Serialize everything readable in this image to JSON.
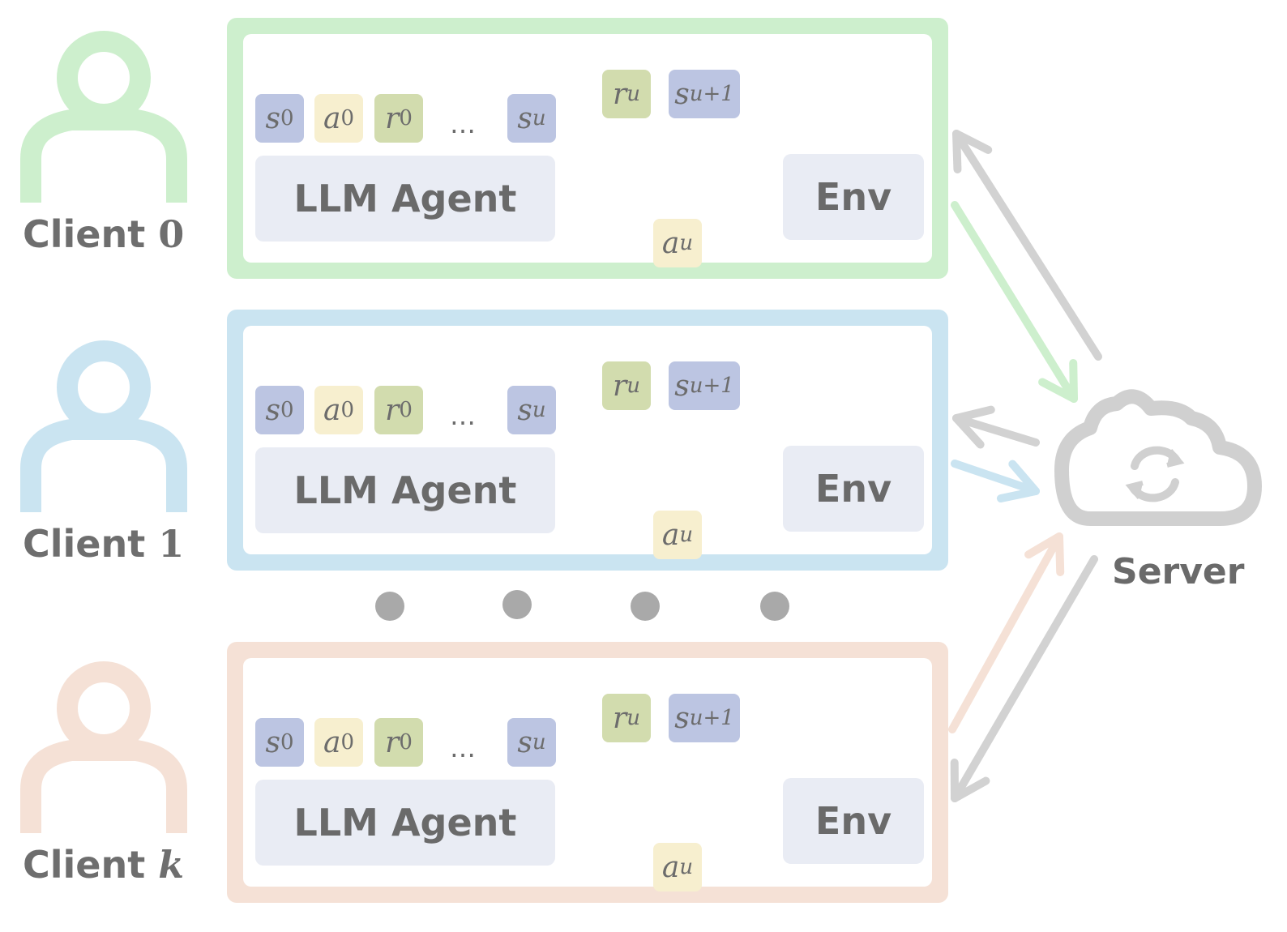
{
  "clients": [
    {
      "name": "Client",
      "index": "0",
      "index_italic": false,
      "color": "#cdefcd",
      "agent_label": "LLM Agent",
      "env_label": "Env",
      "history": [
        {
          "sym": "s",
          "sub": "0"
        },
        {
          "sym": "a",
          "sub": "0"
        },
        {
          "sym": "r",
          "sub": "0"
        },
        {
          "sym": "…",
          "sub": ""
        },
        {
          "sym": "s",
          "sub": "u"
        }
      ],
      "loop": {
        "reward": {
          "sym": "r",
          "sub": "u"
        },
        "next_state": {
          "sym": "s",
          "sub": "u+1"
        },
        "action": {
          "sym": "a",
          "sub": "u"
        }
      }
    },
    {
      "name": "Client",
      "index": "1",
      "index_italic": false,
      "color": "#cae4f1",
      "agent_label": "LLM Agent",
      "env_label": "Env",
      "history": [
        {
          "sym": "s",
          "sub": "0"
        },
        {
          "sym": "a",
          "sub": "0"
        },
        {
          "sym": "r",
          "sub": "0"
        },
        {
          "sym": "…",
          "sub": ""
        },
        {
          "sym": "s",
          "sub": "u"
        }
      ],
      "loop": {
        "reward": {
          "sym": "r",
          "sub": "u"
        },
        "next_state": {
          "sym": "s",
          "sub": "u+1"
        },
        "action": {
          "sym": "a",
          "sub": "u"
        }
      }
    },
    {
      "name": "Client",
      "index": "k",
      "index_italic": true,
      "color": "#f5e1d6",
      "agent_label": "LLM Agent",
      "env_label": "Env",
      "history": [
        {
          "sym": "s",
          "sub": "0"
        },
        {
          "sym": "a",
          "sub": "0"
        },
        {
          "sym": "r",
          "sub": "0"
        },
        {
          "sym": "…",
          "sub": ""
        },
        {
          "sym": "s",
          "sub": "u"
        }
      ],
      "loop": {
        "reward": {
          "sym": "r",
          "sub": "u"
        },
        "next_state": {
          "sym": "s",
          "sub": "u+1"
        },
        "action": {
          "sym": "a",
          "sub": "u"
        }
      }
    }
  ],
  "server": {
    "label": "Server",
    "icon": "cloud-sync-icon"
  },
  "colors": {
    "state": "#bcc5e2",
    "action": "#f7efcf",
    "reward": "#d2dcae",
    "box": "#e9ecf4",
    "arrow_gray": "#d2d2d2",
    "loop_gray": "#e6e6e6"
  }
}
